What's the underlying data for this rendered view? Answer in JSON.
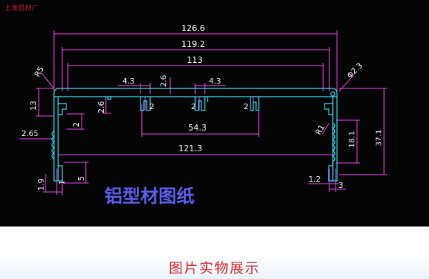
{
  "watermark": "上海铝材厂",
  "caption": "铝型材图纸",
  "footer_title": "图片实物展示",
  "dimensions": {
    "overall_width": "126.6",
    "outer_flange_width": "119.2",
    "inner_width": "113",
    "inner_cavity_width": "121.3",
    "slot_span": "54.3",
    "total_height": "37.1",
    "cavity_height": "18.1",
    "flange_height": "13",
    "slot_width_left": "4.3",
    "slot_width_right": "4.3",
    "slot_depth": "2.6",
    "rib_height_left": "2.6",
    "slot_gap_a": "2",
    "slot_gap_b": "2",
    "slot_gap_c": "2",
    "slot_gap_d": "2",
    "left_rib": "2.65",
    "corner_radius": "R5",
    "hole_dia": "Φ2.3",
    "small_radius": "R1",
    "wall_left": "1.9",
    "foot_left": "1",
    "foot_height_left": "5",
    "wall_right": "1.2",
    "foot_right": "3"
  },
  "colors": {
    "background": "#050505",
    "dimension_line": "#ff44ff",
    "profile_line": "#33e6ff",
    "caption": "#5b5ff0",
    "footer_title": "#d12b2b"
  }
}
